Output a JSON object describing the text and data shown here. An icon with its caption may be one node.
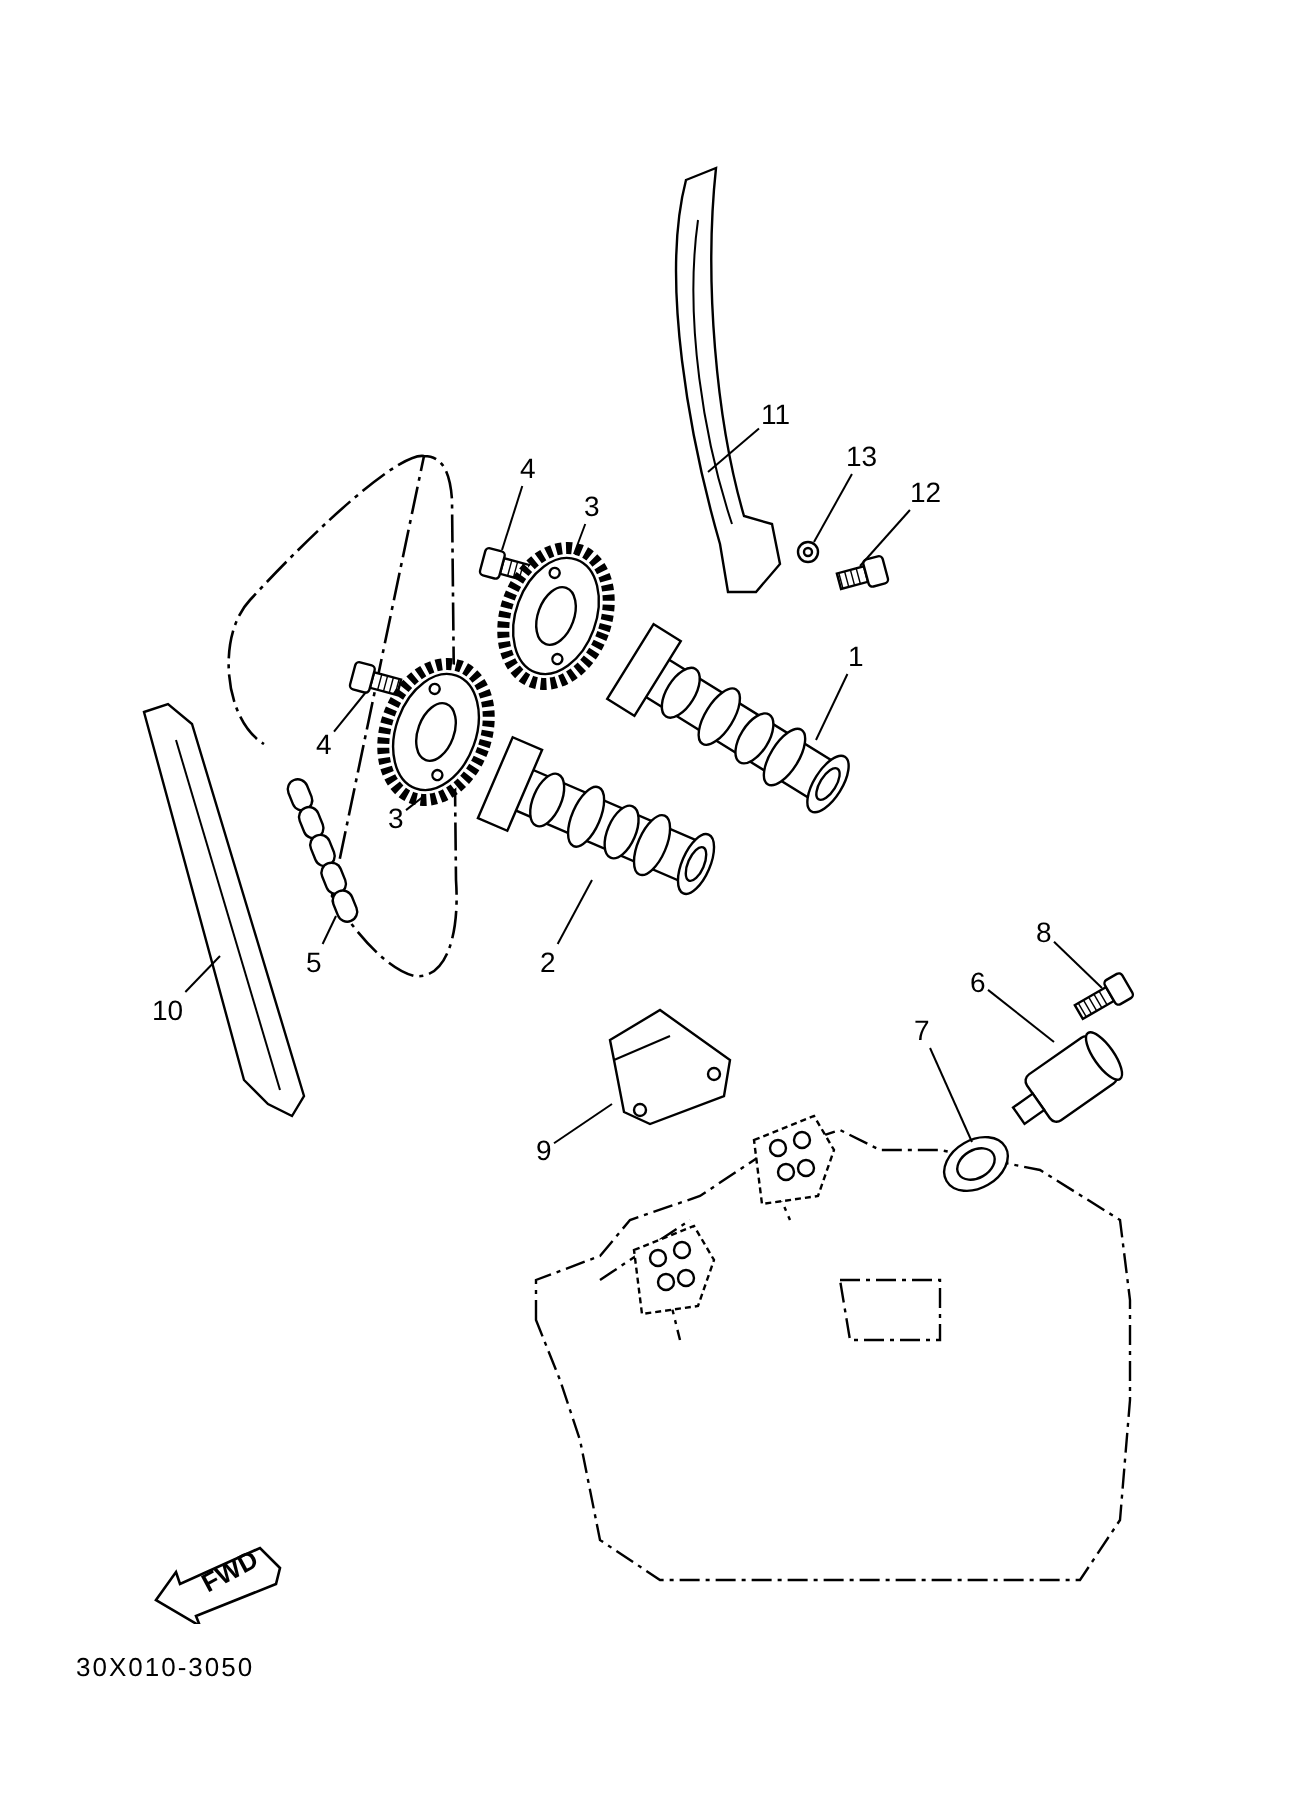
{
  "diagram": {
    "nodes": [
      {
        "text": [
          "11"
        ]
      },
      {
        "text": [
          "13"
        ]
      },
      {
        "text": [
          "12"
        ]
      },
      {
        "text": [
          "4"
        ]
      },
      {
        "text": [
          "3"
        ]
      },
      {
        "text": [
          "1"
        ]
      },
      {
        "text": [
          "4"
        ]
      },
      {
        "text": [
          "3"
        ]
      },
      {
        "text": [
          "5"
        ]
      },
      {
        "text": [
          "2"
        ]
      },
      {
        "text": [
          "10"
        ]
      },
      {
        "text": [
          "8"
        ]
      },
      {
        "text": [
          "6"
        ]
      },
      {
        "text": [
          "7"
        ]
      },
      {
        "text": [
          "9"
        ]
      },
      {
        "text": [],
        "shape": "picture"
      },
      {
        "text": [],
        "shape": "picture"
      },
      {
        "text": [],
        "shape": "picture"
      },
      {
        "text": [],
        "shape": "picture"
      },
      {
        "text": [],
        "shape": "picture"
      },
      {
        "text": [],
        "shape": "picture"
      },
      {
        "text": [],
        "shape": "picture"
      },
      {
        "text": [],
        "shape": "picture"
      },
      {
        "text": [],
        "shape": "picture"
      },
      {
        "text": [],
        "shape": "picture"
      },
      {
        "text": [],
        "shape": "picture"
      },
      {
        "text": [],
        "shape": "picture"
      },
      {
        "text": [],
        "shape": "picture"
      },
      {
        "text": [],
        "shape": "picture"
      },
      {
        "text": [],
        "shape": "picture"
      },
      {
        "text": [
          "FWD"
        ]
      }
    ],
    "edges": [
      {
        "from": 0,
        "to": 15,
        "arrow": "none"
      },
      {
        "from": 1,
        "to": 16,
        "arrow": "none"
      },
      {
        "from": 2,
        "to": 17,
        "arrow": "none"
      },
      {
        "from": 3,
        "to": 18,
        "arrow": "none"
      },
      {
        "from": 4,
        "to": 19,
        "arrow": "none"
      },
      {
        "from": 5,
        "to": 20,
        "arrow": "none"
      },
      {
        "from": 6,
        "to": 21,
        "arrow": "none"
      },
      {
        "from": 7,
        "to": 22,
        "arrow": "none"
      },
      {
        "from": 8,
        "to": 23,
        "arrow": "none"
      },
      {
        "from": 9,
        "to": 24,
        "arrow": "none"
      },
      {
        "from": 10,
        "to": 25,
        "arrow": "none"
      },
      {
        "from": 11,
        "to": 26,
        "arrow": "none"
      },
      {
        "from": 12,
        "to": 27,
        "arrow": "none"
      },
      {
        "from": 13,
        "to": 28,
        "arrow": "none"
      },
      {
        "from": 14,
        "to": 29,
        "arrow": "none"
      }
    ],
    "labels": [
      "30X010-3050"
    ]
  }
}
